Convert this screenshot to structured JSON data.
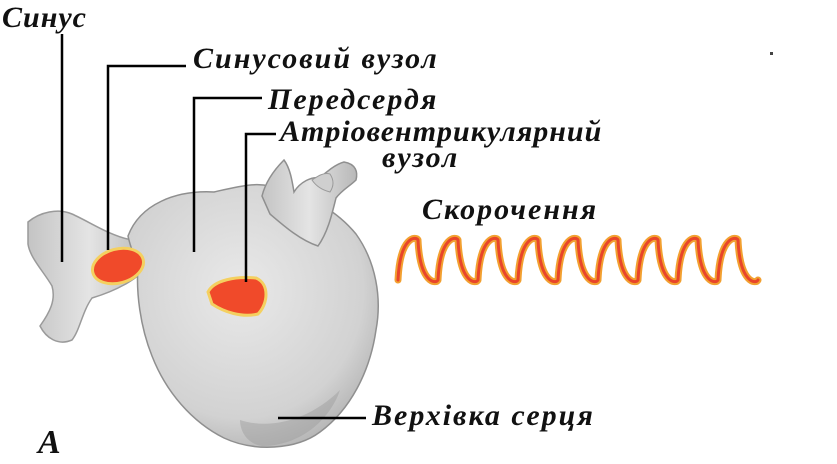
{
  "labels": {
    "sinus": "Синус",
    "sinus_node": "Синусовий вузол",
    "atria": "Передсердя",
    "av_node_line1": "Атріовентрикулярний",
    "av_node_line2": "вузол",
    "contraction": "Скорочення",
    "apex": "Верхівка серця",
    "panel": "А"
  },
  "colors": {
    "heart_fill": "#d9d9d9",
    "heart_shade": "#bdbdbd",
    "node_fill": "#f04a2a",
    "node_edge": "#f4d060",
    "wave_outer": "#f2a030",
    "wave_inner": "#e8452a",
    "leader_line": "#000000"
  }
}
